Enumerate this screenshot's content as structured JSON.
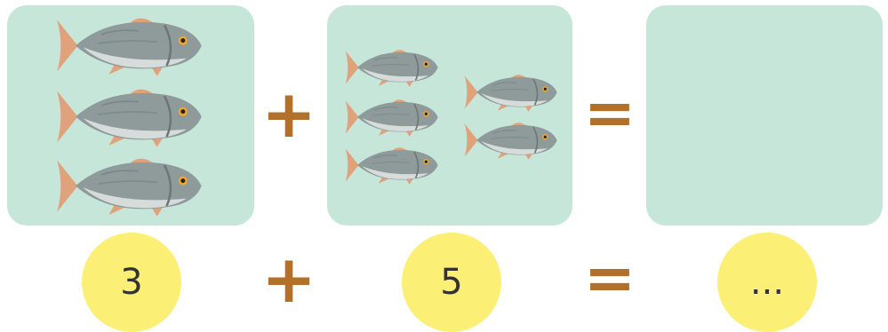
{
  "problem": {
    "left_count": 3,
    "right_count": 5,
    "operator_top": "+",
    "equals_top": "=",
    "operator_bottom": "+",
    "equals_bottom": "=",
    "left_number": "3",
    "right_number": "5",
    "result": "..."
  },
  "colors": {
    "panel": "#c6e6da",
    "operator": "#b3702a",
    "bubble": "#fbef76",
    "fish_body": "#8f9a9a",
    "fish_fins": "#e0a27a"
  },
  "icons": {
    "fish": "fish-icon"
  }
}
